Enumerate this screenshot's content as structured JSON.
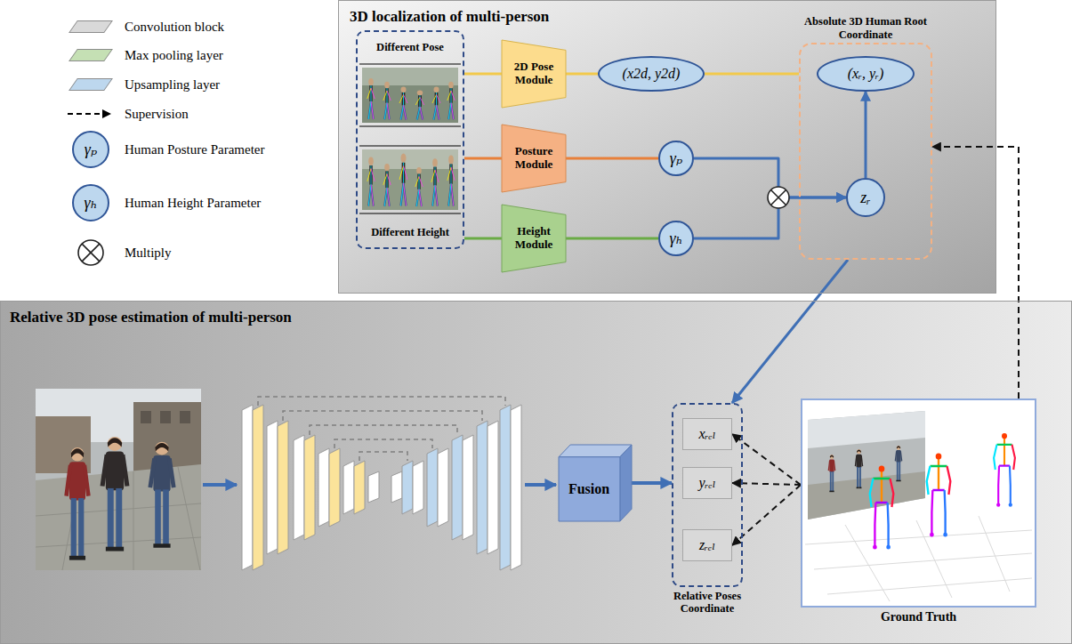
{
  "diagram": {
    "nodes": [
      {
        "text": [
          "3D localization of multi-person"
        ]
      },
      {
        "text": [
          "Different Pose",
          "Different Height"
        ],
        "in": 0
      },
      {
        "text": [
          "2D Pose Module"
        ],
        "in": 0
      },
      {
        "text": [
          "Posture Module"
        ],
        "in": 0
      },
      {
        "text": [
          "Height Module"
        ],
        "in": 0
      },
      {
        "text": [
          "(x2d, y2d)"
        ],
        "in": 0
      },
      {
        "text": [
          "γₚ"
        ],
        "in": 0
      },
      {
        "text": [
          "γₕ"
        ],
        "in": 0
      },
      {
        "text": [
          "Absolute 3D Human Root Coordinate"
        ],
        "in": 0
      },
      {
        "text": [
          "(xᵣ, yᵣ)"
        ],
        "in": 8
      },
      {
        "text": [
          "zᵣ"
        ],
        "in": 8
      },
      {
        "text": [
          "Relative 3D pose estimation of multi-person"
        ]
      },
      {
        "text": [
          "Fusion"
        ],
        "in": 11
      },
      {
        "text": [
          "Relative Poses Coordinate"
        ],
        "in": 11
      },
      {
        "text": [
          "xᵣₑₗ"
        ],
        "in": 13
      },
      {
        "text": [
          "yᵣₑₗ"
        ],
        "in": 13
      },
      {
        "text": [
          "zᵣₑₗ"
        ],
        "in": 13
      },
      {
        "text": [
          "Ground Truth"
        ],
        "in": 11
      }
    ],
    "edges": [
      {
        "from": 1,
        "to": 2,
        "arrow": "none"
      },
      {
        "from": 1,
        "to": 3,
        "arrow": "none"
      },
      {
        "from": 1,
        "to": 4,
        "arrow": "none"
      },
      {
        "from": 2,
        "to": 5,
        "arrow": "none"
      },
      {
        "from": 3,
        "to": 6,
        "arrow": "none"
      },
      {
        "from": 4,
        "to": 7,
        "arrow": "none"
      },
      {
        "from": 5,
        "to": 8,
        "arrow": "none"
      },
      {
        "from": 6,
        "to": 10,
        "arrow": "to"
      },
      {
        "from": 7,
        "to": 10,
        "arrow": "to"
      },
      {
        "from": 10,
        "to": 9,
        "arrow": "to"
      },
      {
        "from": 8,
        "to": 13,
        "arrow": "to"
      },
      {
        "from": 12,
        "to": 13,
        "arrow": "to"
      },
      {
        "from": 17,
        "to": 14,
        "arrow": "to"
      },
      {
        "from": 17,
        "to": 15,
        "arrow": "to"
      },
      {
        "from": 17,
        "to": 16,
        "arrow": "to"
      },
      {
        "from": 17,
        "to": 8,
        "arrow": "to"
      }
    ],
    "labels": [
      "γₚ",
      "γₕ"
    ],
    "legend": [
      {
        "text": "Convolution block",
        "color": "#d9d9d9"
      },
      {
        "text": "Max pooling layer",
        "color": "#c5e0b4"
      },
      {
        "text": "Upsampling layer",
        "color": "#bdd7ee"
      },
      {
        "text": "Supervision"
      },
      {
        "text": "Human Posture Parameter"
      },
      {
        "text": "Human Height Parameter"
      },
      {
        "text": "Multiply"
      }
    ]
  }
}
